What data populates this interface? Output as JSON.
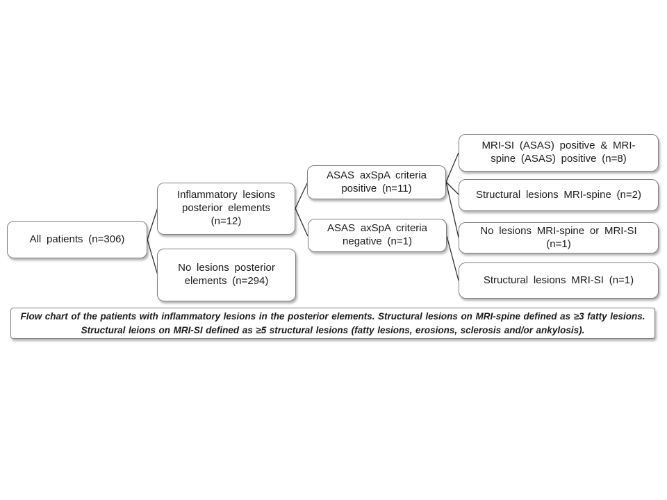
{
  "styles": {
    "background": "#ffffff",
    "box_fill": "#ffffff",
    "box_border_color": "#7f7f7f",
    "connector_color": "#303030",
    "text_color": "#1a1a1a"
  },
  "nodes": [
    {
      "id": "all-patients",
      "label": "All patients (n=306)"
    },
    {
      "id": "inflammatory-lesions",
      "label": "Inflammatory lesions\nposterior elements\n(n=12)"
    },
    {
      "id": "no-lesions-posterior",
      "label": "No lesions posterior\nelements (n=294)"
    },
    {
      "id": "asas-axspa-positive",
      "label": "ASAS axSpA criteria\npositive (n=11)"
    },
    {
      "id": "asas-axspa-negative",
      "label": "ASAS axSpA criteria\nnegative (n=1)"
    },
    {
      "id": "mri-si-spine-positive",
      "label": "MRI-SI (ASAS) positive & MRI-\nspine (ASAS) positive (n=8)"
    },
    {
      "id": "structural-mri-spine",
      "label": "Structural lesions MRI-spine (n=2)"
    },
    {
      "id": "no-lesions-mri",
      "label": "No lesions MRI-spine or MRI-SI\n(n=1)"
    },
    {
      "id": "structural-mri-si",
      "label": "Structural lesions MRI-SI (n=1)"
    }
  ],
  "caption": "Flow chart of the patients with inflammatory lesions in the posterior elements. Structural lesions on MRI-spine defined as ≥3 fatty lesions. Structural leions on MRI-SI defined as ≥5 structural lesions (fatty lesions, erosions, sclerosis and/or ankylosis)."
}
